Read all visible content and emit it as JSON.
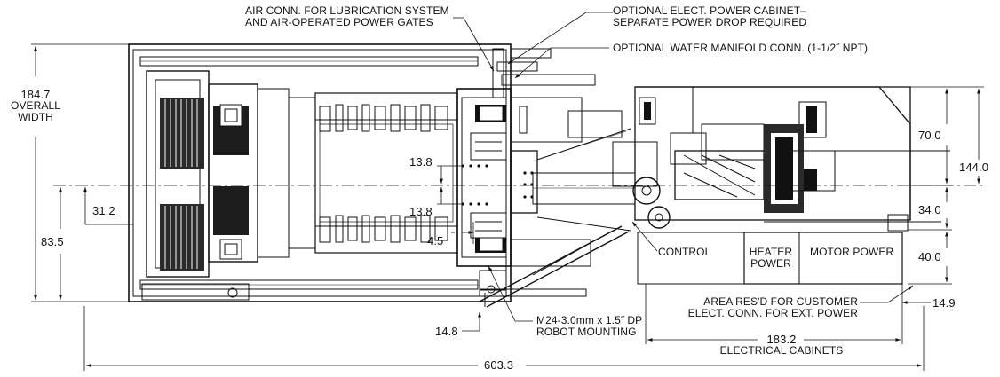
{
  "callouts": {
    "air_conn_line1": "AIR CONN. FOR LUBRICATION SYSTEM",
    "air_conn_line2": "AND AIR-OPERATED POWER GATES",
    "opt_elect_line1": "OPTIONAL ELECT. POWER CABINET–",
    "opt_elect_line2": "SEPARATE POWER DROP REQUIRED",
    "opt_water": "OPTIONAL WATER MANIFOLD CONN. (1-1/2˝ NPT)",
    "overall_width_value": "184.7",
    "overall_width_line1": "OVERALL",
    "overall_width_line2": "WIDTH",
    "control": "CONTROL",
    "heater_line1": "HEATER",
    "heater_line2": "POWER",
    "motor_power": "MOTOR POWER",
    "area_res_line1": "AREA RES'D FOR CUSTOMER",
    "area_res_line2": "ELECT. CONN. FOR EXT. POWER",
    "robot_line1": "M24-3.0mm x 1.5˝ DP",
    "robot_line2": "ROBOT MOUNTING",
    "electrical_cabinets": "ELECTRICAL CABINETS"
  },
  "dimensions": {
    "d_31_2": "31.2",
    "d_83_5": "83.5",
    "d_13_8_top": "13.8",
    "d_13_8_bot": "13.8",
    "d_4_5": "4.5",
    "d_14_8": "14.8",
    "d_70_0": "70.0",
    "d_144_0": "144.0",
    "d_34_0": "34.0",
    "d_40_0": "40.0",
    "d_14_9": "14.9",
    "d_183_2": "183.2",
    "d_603_3": "603.3"
  }
}
